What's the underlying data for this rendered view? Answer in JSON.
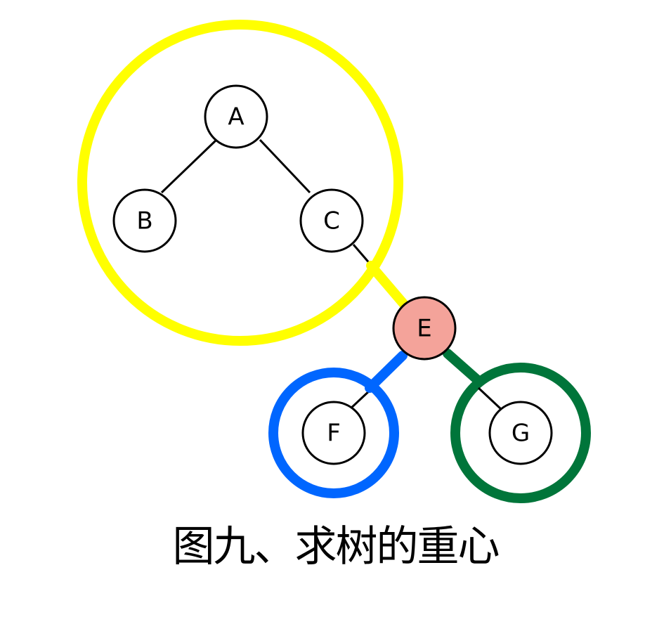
{
  "nodes": [
    {
      "id": "A",
      "label": "A",
      "fill": "#ffffff"
    },
    {
      "id": "B",
      "label": "B",
      "fill": "#ffffff"
    },
    {
      "id": "C",
      "label": "C",
      "fill": "#ffffff"
    },
    {
      "id": "E",
      "label": "E",
      "fill": "#f4a39a"
    },
    {
      "id": "F",
      "label": "F",
      "fill": "#ffffff"
    },
    {
      "id": "G",
      "label": "G",
      "fill": "#ffffff"
    }
  ],
  "edges": [
    [
      "A",
      "B"
    ],
    [
      "A",
      "C"
    ],
    [
      "C",
      "E"
    ],
    [
      "E",
      "F"
    ],
    [
      "E",
      "G"
    ]
  ],
  "groups": [
    {
      "name": "subtree-ABC",
      "color": "#ffff00"
    },
    {
      "name": "subtree-F",
      "color": "#0066ff"
    },
    {
      "name": "subtree-G",
      "color": "#00753a"
    }
  ],
  "caption": "图九、求树的重心"
}
